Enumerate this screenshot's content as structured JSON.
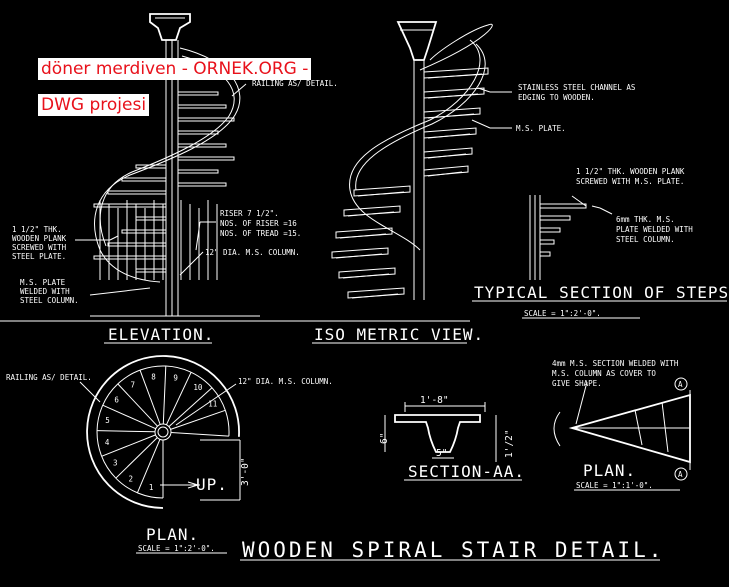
{
  "watermark": {
    "line1": "döner merdiven - ORNEK.ORG -",
    "line2": "DWG projesi"
  },
  "elevation": {
    "title": "ELEVATION.",
    "railing_note": "RAILING AS/ DETAIL.",
    "plank_note": [
      "1 1/2\" THK.",
      "WOODEN PLANK",
      "SCREWED WITH",
      "STEEL PLATE."
    ],
    "plate_note": [
      "M.S. PLATE",
      "WELDED WITH",
      "STEEL COLUMN."
    ],
    "riser_note": [
      "RISER 7 1/2\".",
      "NOS. OF RISER =16",
      "NOS. OF TREAD =15."
    ],
    "column_note": "12\" DIA. M.S. COLUMN."
  },
  "iso": {
    "title": "ISO METRIC VIEW.",
    "channel_note": [
      "STAINLESS STEEL CHANNEL AS",
      "EDGING TO WOODEN."
    ],
    "plate_note": "M.S. PLATE."
  },
  "typical_section": {
    "title": "TYPICAL SECTION OF STEPS.",
    "scale": "SCALE = 1\":2'-0\".",
    "plank_note": [
      "1 1/2\" THK. WOODEN PLANK",
      "SCREWED WITH M.S. PLATE."
    ],
    "plate_note": [
      "6mm THK. M.S.",
      "PLATE WELDED WITH",
      "STEEL COLUMN."
    ]
  },
  "plan": {
    "title": "PLAN.",
    "scale": "SCALE = 1\":2'-0\".",
    "railing_note": "RAILING AS/ DETAIL.",
    "column_note": "12\" DIA. M.S. COLUMN.",
    "up_label": "UP.",
    "dim": "3'-0\"",
    "step_numbers": [
      "1",
      "2",
      "3",
      "4",
      "5",
      "6",
      "7",
      "8",
      "9",
      "10",
      "11"
    ]
  },
  "section_aa": {
    "title": "SECTION-AA.",
    "width_dim": "1'-8\"",
    "left_dim": "6\"",
    "bottom_dim": "5\"",
    "right_dim": "1'/2\""
  },
  "plan_detail": {
    "title": "PLAN.",
    "scale": "SCALE = 1\":1'-0\".",
    "note": [
      "4mm M.S. SECTION WELDED WITH",
      "M.S. COLUMN AS COVER TO",
      "GIVE SHAPE."
    ],
    "marker_top": "A",
    "marker_bottom": "A"
  },
  "sheet_title": "WOODEN SPIRAL STAIR DETAIL."
}
